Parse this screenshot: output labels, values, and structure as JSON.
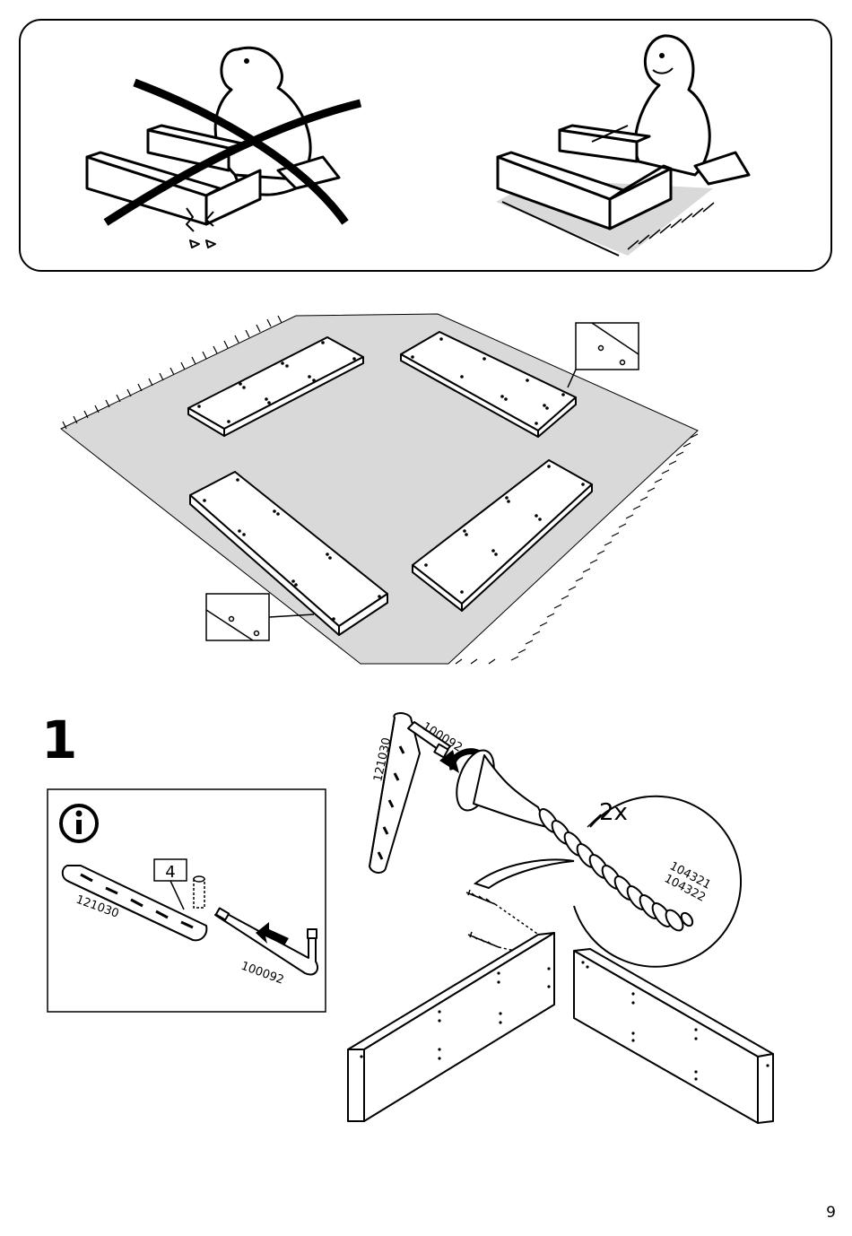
{
  "document": {
    "page_number": "9",
    "step_number": "1",
    "step_one": {
      "part_numbers": {
        "rail": "121030",
        "hex_key": "100092",
        "screw_a": "104321",
        "screw_b": "104322"
      },
      "info_box": {
        "icon": "info-icon",
        "dowel_count": "4",
        "rail_code": "121030",
        "key_code": "100092"
      },
      "quantity": "2x"
    },
    "safety_panel": {
      "wrong_icon": "cross-out-mark",
      "right_icon": "rug-protection"
    },
    "colors": {
      "ink": "#000000",
      "rug": "#d9d9d9",
      "paper": "#ffffff"
    }
  }
}
